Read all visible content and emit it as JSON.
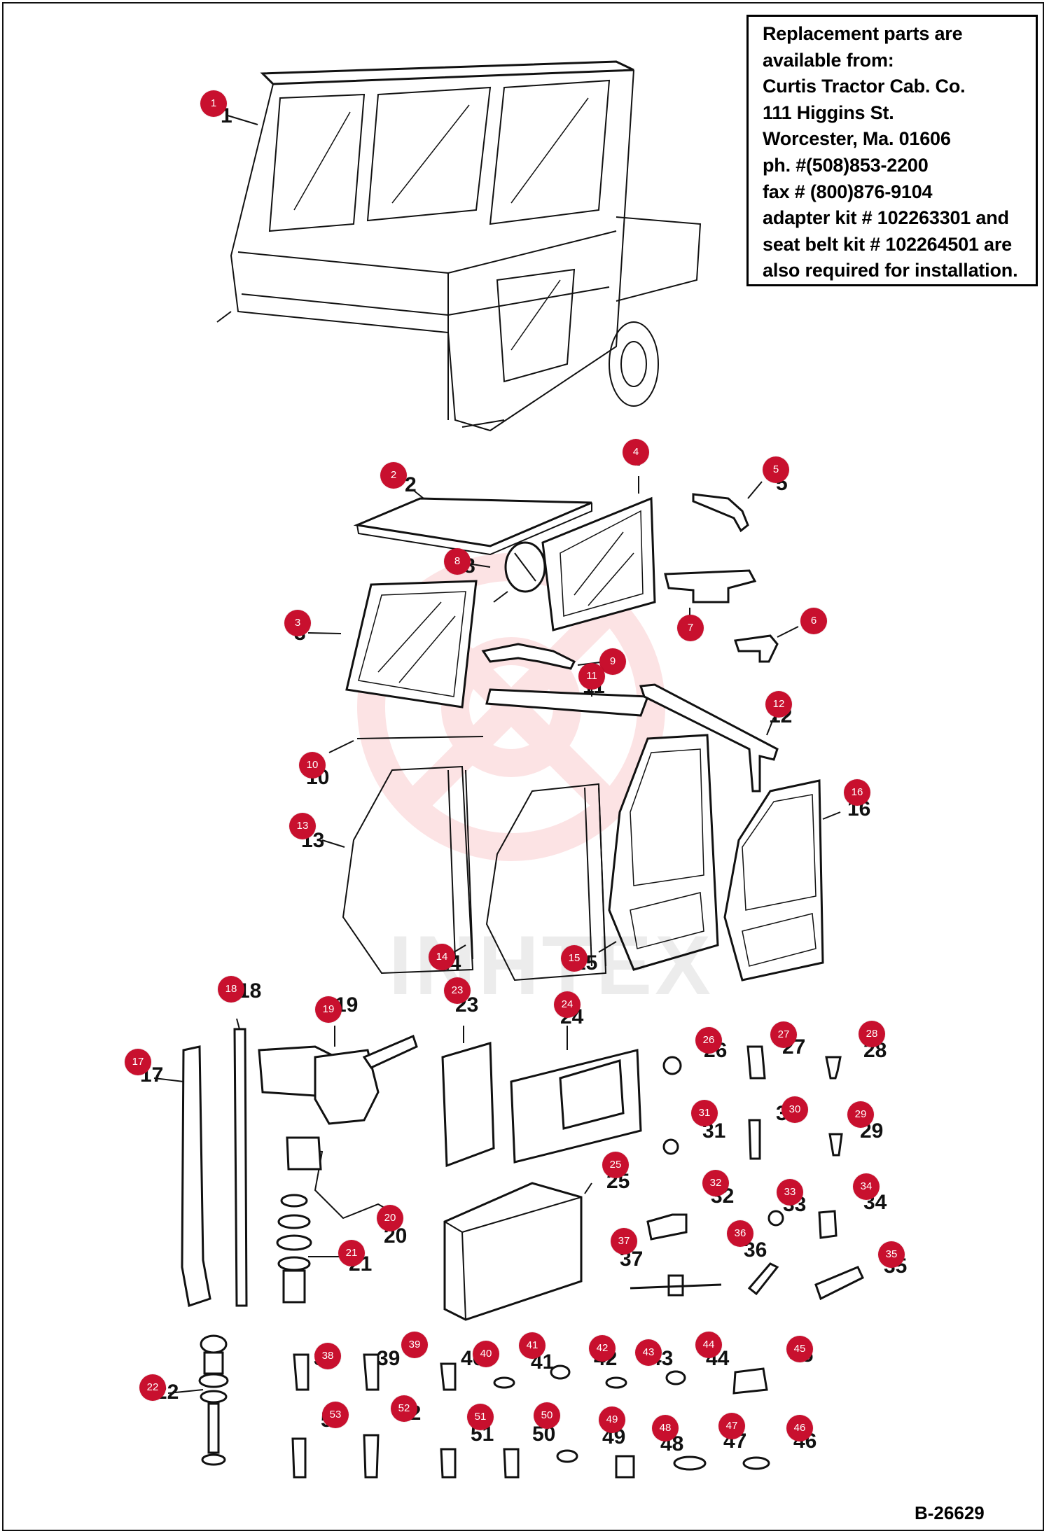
{
  "info_box": {
    "lines": [
      "Replacement parts are",
      "available from:",
      "Curtis Tractor Cab. Co.",
      "111 Higgins St.",
      "Worcester, Ma. 01606",
      "ph. #(508)853-2200",
      "fax # (800)876-9104",
      "adapter kit # 102263301 and",
      "seat belt kit # 102264501 are",
      "also required for installation."
    ]
  },
  "drawing_id": "B-26629",
  "watermark": "INHTEX",
  "callouts": [
    "1",
    "2",
    "3",
    "4",
    "5",
    "6",
    "7",
    "8",
    "9",
    "10",
    "11",
    "12",
    "13",
    "14",
    "15",
    "16",
    "17",
    "18",
    "19",
    "20",
    "21",
    "22",
    "23",
    "24",
    "25",
    "26",
    "27",
    "28",
    "29",
    "30",
    "31",
    "32",
    "33",
    "34",
    "35",
    "36",
    "37",
    "38",
    "39",
    "40",
    "41",
    "42",
    "43",
    "44",
    "45",
    "46",
    "47",
    "48",
    "49",
    "50",
    "51",
    "52",
    "53"
  ],
  "part_labels": [
    "1",
    "2",
    "3",
    "4",
    "5",
    "6",
    "7",
    "8",
    "9",
    "10",
    "11",
    "12",
    "13",
    "14",
    "15",
    "16",
    "17",
    "18",
    "19",
    "20",
    "21",
    "22",
    "23",
    "24",
    "25",
    "26",
    "27",
    "28",
    "29",
    "30",
    "31",
    "32",
    "33",
    "34",
    "35",
    "36",
    "37",
    "38",
    "39",
    "40",
    "41",
    "42",
    "43",
    "44",
    "45",
    "46",
    "47",
    "48",
    "49",
    "50",
    "51",
    "52",
    "53"
  ],
  "colors": {
    "callout": "#c8102e",
    "line": "#111111",
    "watermark": "#e8202a"
  }
}
